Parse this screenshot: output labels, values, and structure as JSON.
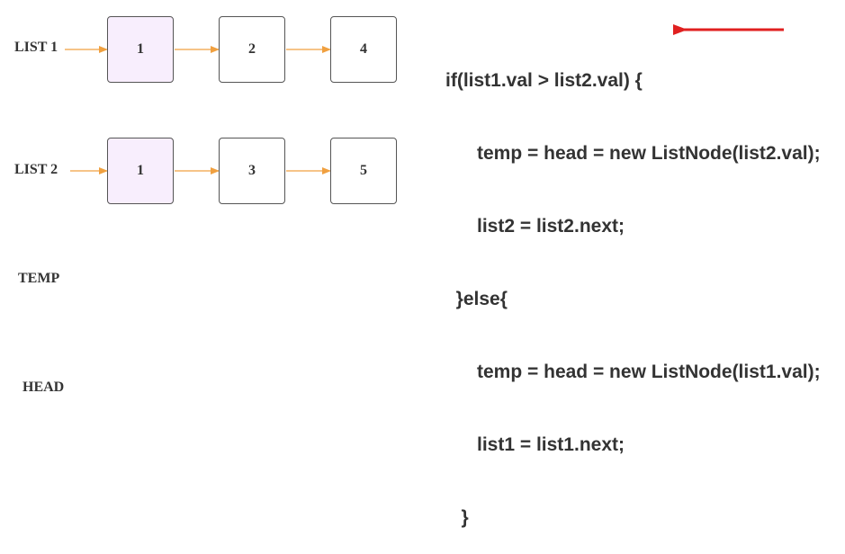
{
  "labels": {
    "list1": "LIST 1",
    "list2": "LIST 2",
    "temp": "TEMP",
    "head": "HEAD"
  },
  "list1_nodes": [
    "1",
    "2",
    "4"
  ],
  "list2_nodes": [
    "1",
    "3",
    "5"
  ],
  "code_lines": [
    "if(list1.val > list2.val) {",
    "      temp = head = new ListNode(list2.val);",
    "      list2 = list2.next;",
    "  }else{",
    "      temp = head = new ListNode(list1.val);",
    "      list1 = list1.next;",
    "   }"
  ],
  "colors": {
    "connector_arrow": "#f0a040",
    "pointer_arrow": "#e02020",
    "highlight_node": "#f8eefd",
    "text": "#333333"
  }
}
